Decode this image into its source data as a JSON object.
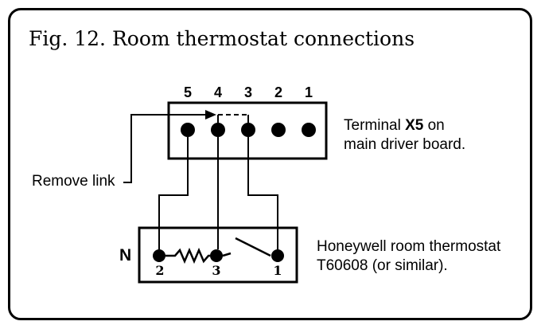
{
  "title": "Fig. 12. Room thermostat connections",
  "terminal": {
    "pin_numbers": [
      "5",
      "4",
      "3",
      "2",
      "1"
    ],
    "label_line1_prefix": "Terminal ",
    "label_line1_bold": "X5",
    "label_line1_suffix": " on",
    "label_line2": "main driver board."
  },
  "remove_link": "Remove link",
  "thermostat": {
    "n_label": "N",
    "pin_numbers": [
      "2",
      "3",
      "1"
    ],
    "label_line1": "Honeywell room thermostat",
    "label_line2": "T60608 (or similar)."
  },
  "colors": {
    "ink": "#000000",
    "paper": "#ffffff"
  }
}
